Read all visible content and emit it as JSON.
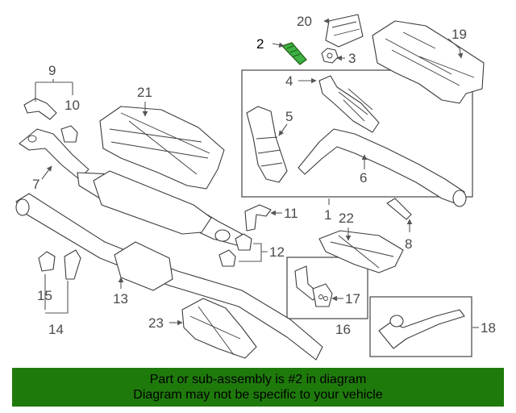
{
  "diagram": {
    "callouts": [
      "1",
      "2",
      "3",
      "4",
      "5",
      "6",
      "7",
      "8",
      "9",
      "10",
      "11",
      "12",
      "13",
      "14",
      "15",
      "16",
      "17",
      "18",
      "19",
      "20",
      "21",
      "22",
      "23"
    ],
    "highlight_color": "#3cb043",
    "highlighted_part": "2"
  },
  "footer": {
    "line1": "Part or sub-assembly is #2 in diagram",
    "line2": "Diagram may not be specific to your vehicle",
    "background_color": "#1f7a0c"
  }
}
